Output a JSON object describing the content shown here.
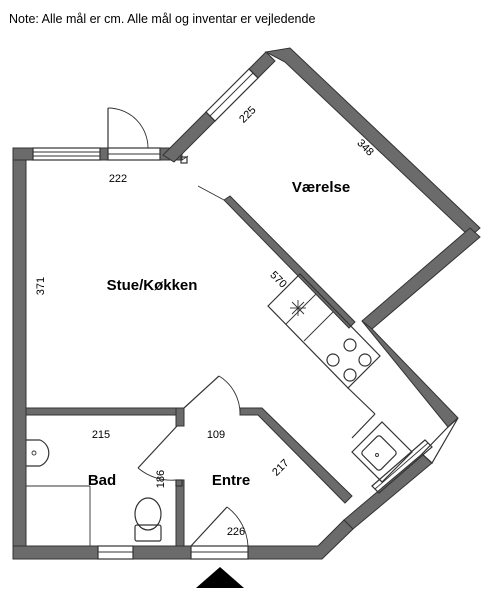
{
  "note": "Note: Alle mål er cm. Alle mål og inventar er vejledende",
  "rooms": {
    "vaerelse": "Værelse",
    "stue_kokken": "Stue/Køkken",
    "bad": "Bad",
    "entre": "Entre"
  },
  "dimensions": {
    "d225_top": "225",
    "d348": "348",
    "d222": "222",
    "d371": "371",
    "d570": "570",
    "d215": "215",
    "d109": "109",
    "d217": "217",
    "d186": "186",
    "d226": "226"
  },
  "colors": {
    "wall": "#6b6b6b",
    "line": "#333333"
  },
  "icons": {
    "entrance": "entrance-arrow-icon"
  }
}
